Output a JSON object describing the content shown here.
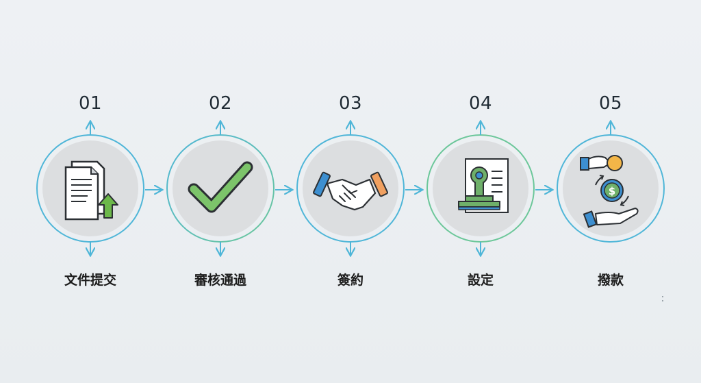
{
  "steps": [
    {
      "number": "01",
      "label": "文件提交",
      "icon": "document-upload-icon"
    },
    {
      "number": "02",
      "label": "審核通過",
      "icon": "checkmark-icon"
    },
    {
      "number": "03",
      "label": "簽約",
      "icon": "handshake-icon"
    },
    {
      "number": "04",
      "label": "設定",
      "icon": "stamp-icon"
    },
    {
      "number": "05",
      "label": "撥款",
      "icon": "money-exchange-icon"
    }
  ],
  "colors": {
    "background": "#eef1f4",
    "disc": "#dcdee0",
    "ring_blue": "#4fb6d8",
    "ring_green": "#6cc79a",
    "check_green": "#7cc46a",
    "arrow_green": "#6cb84a",
    "hand_blue": "#3d8fd0",
    "hand_orange": "#f0a060",
    "stamp_green": "#6fb06a",
    "coin_gold": "#f3b648",
    "text": "#1c1c1c"
  }
}
